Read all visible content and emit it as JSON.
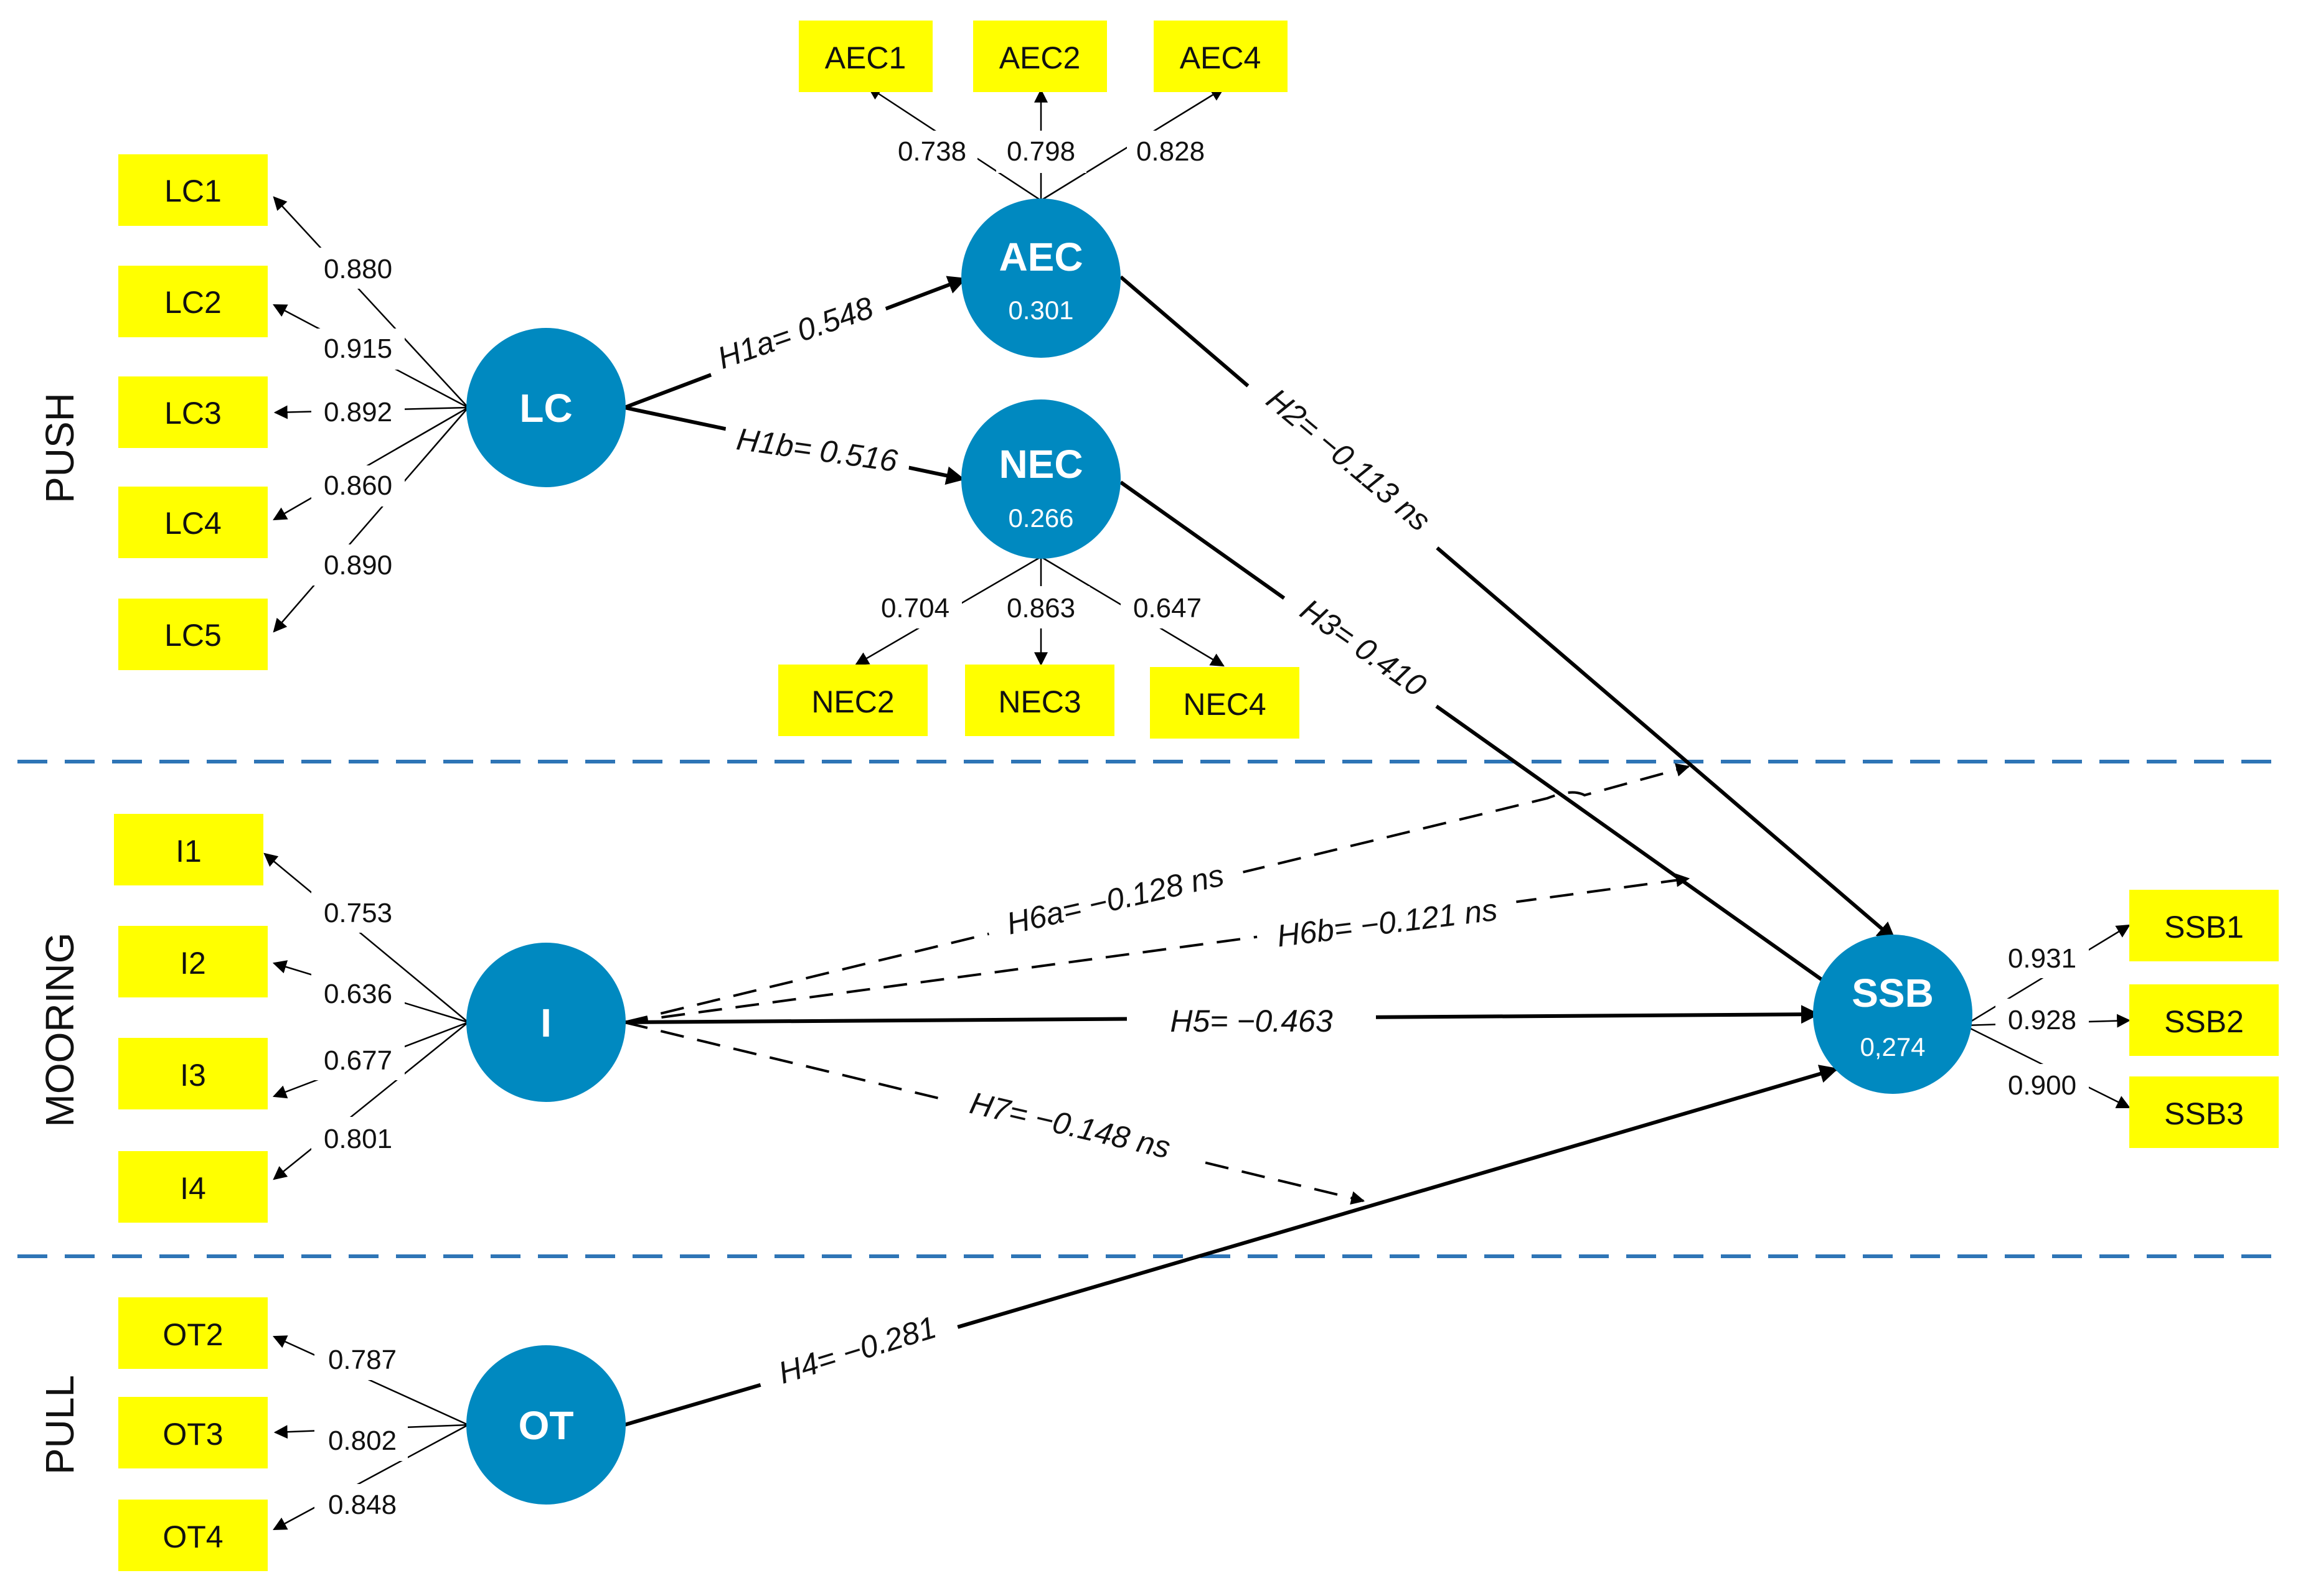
{
  "colors": {
    "indicator_fill": "#ffff00",
    "latent_fill": "#0089c0",
    "divider": "#2e75b6",
    "line": "#000000"
  },
  "sections": {
    "push": "PUSH",
    "mooring": "MOORING",
    "pull": "PULL"
  },
  "latents": {
    "LC": {
      "name": "LC",
      "r2": ""
    },
    "AEC": {
      "name": "AEC",
      "r2": "0.301"
    },
    "NEC": {
      "name": "NEC",
      "r2": "0.266"
    },
    "I": {
      "name": "I",
      "r2": ""
    },
    "OT": {
      "name": "OT",
      "r2": ""
    },
    "SSB": {
      "name": "SSB",
      "r2": "0,274"
    }
  },
  "indicators": {
    "LC1": "LC1",
    "LC2": "LC2",
    "LC3": "LC3",
    "LC4": "LC4",
    "LC5": "LC5",
    "AEC1": "AEC1",
    "AEC2": "AEC2",
    "AEC4": "AEC4",
    "NEC2": "NEC2",
    "NEC3": "NEC3",
    "NEC4": "NEC4",
    "I1": "I1",
    "I2": "I2",
    "I3": "I3",
    "I4": "I4",
    "OT2": "OT2",
    "OT3": "OT3",
    "OT4": "OT4",
    "SSB1": "SSB1",
    "SSB2": "SSB2",
    "SSB3": "SSB3"
  },
  "loadings": {
    "LC1": "0.880",
    "LC2": "0.915",
    "LC3": "0.892",
    "LC4": "0.860",
    "LC5": "0.890",
    "AEC1": "0.738",
    "AEC2": "0.798",
    "AEC4": "0.828",
    "NEC2": "0.704",
    "NEC3": "0.863",
    "NEC4": "0.647",
    "I1": "0.753",
    "I2": "0.636",
    "I3": "0.677",
    "I4": "0.801",
    "OT2": "0.787",
    "OT3": "0.802",
    "OT4": "0.848",
    "SSB1": "0.931",
    "SSB2": "0.928",
    "SSB3": "0.900"
  },
  "paths": {
    "H1a": "H1a= 0.548",
    "H1b": "H1b= 0.516",
    "H2": "H2= −0.113 ns",
    "H3": "H3= 0.410",
    "H4": "H4= −0.281",
    "H5": "H5= −0.463",
    "H6a": "H6a= −0.128 ns",
    "H6b": "H6b= −0.121 ns",
    "H7": "H7= −0.148 ns"
  }
}
